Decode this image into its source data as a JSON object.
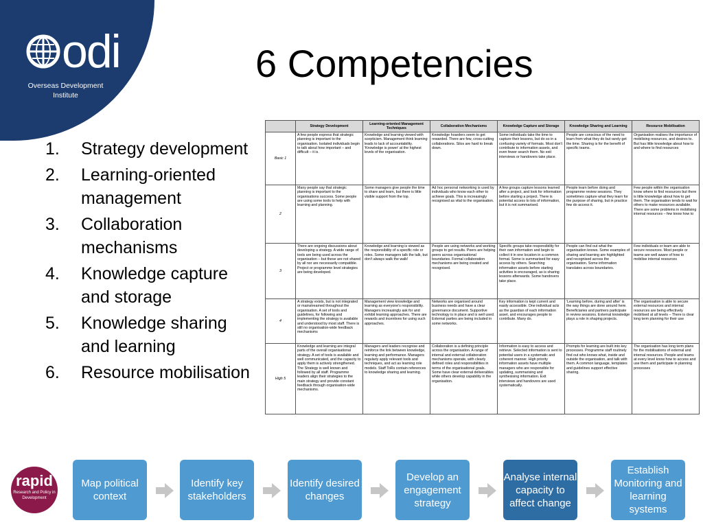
{
  "logo": {
    "name": "odi",
    "subtitle": "Overseas Development Institute"
  },
  "title": "6 Competencies",
  "competencies": [
    {
      "num": "1.",
      "label": "Strategy development"
    },
    {
      "num": "2.",
      "label": "Learning-oriented management"
    },
    {
      "num": "3.",
      "label": "Collaboration mechanisms"
    },
    {
      "num": "4.",
      "label": "Knowledge capture and storage"
    },
    {
      "num": "5.",
      "label": "Knowledge sharing and learning"
    },
    {
      "num": "6.",
      "label": "Resource mobilisation"
    }
  ],
  "matrix": {
    "headers": [
      "",
      "Strategy Development",
      "Learning-oriented Management Techniques",
      "Collaboration Mechanisms",
      "Knowledge Capture and Storage",
      "Knowledge Sharing and Learning",
      "Resource Mobilisation"
    ],
    "rows": [
      {
        "level": "Basic 1",
        "cells": [
          "A few people express that strategic planning is important to the organisation. Isolated individuals begin to talk about how important – and difficult – it is.",
          "Knowledge and learning viewed with scepticism. Management think learning leads to lack of accountability. 'Knowledge is power' at the highest levels of the organisation.",
          "Knowledge hoarders seem to get rewarded. There are few, cross-cutting collaborations. Silos are hard to break down.",
          "Some individuals take the time to capture their lessons, but do so in a confusing variety of formats. Most don't contribute to information assets, and even fewer search them. No exit interviews or handovers take place.",
          "People are conscious of the need to learn from what they do but rarely get the time. Sharing is for the benefit of specific teams.",
          "Organisation realises the importance of mobilising resources, and desires to. But has little knowledge about how to and where to find resources"
        ]
      },
      {
        "level": "2",
        "cells": [
          "Many people say that strategic planning is important to the organisations success. Some people are using some tools to help with learning and planning.",
          "Some managers give people the time to share and learn, but there is little visible support from the top.",
          "Ad hoc personal networking is used by individuals who know each other to achieve goals. This is increasingly recognised as vital to the organisation.",
          "A few groups capture lessons learned after a project, and look for information before starting a project. There is potential access to lots of information, but it is not summarised.",
          "People learn before doing and programme review sessions. They sometimes capture what they learn for the purpose of sharing, but in practice few do access it.",
          "Few people within the organisation know where to find resources but there is little knowledge about how to get them. The organisation tends to wait for others to make resources available. There are some problems in mobilising internal resources – few know how to"
        ]
      },
      {
        "level": "3",
        "cells": [
          "There are ongoing discussions about developing a strategy. A wide range of tools are being used across the organisation – but these are not shared by all nor are necessarily compatible. Project or programme level strategies are being developed.",
          "Knowledge and learning is viewed as the responsibility of a specific role or roles. Some managers talk the talk, but don't always walk the walk!",
          "People are using networks and working groups to get results. Peers are helping peers across organisational boundaries. Formal collaboration mechanisms are being created and recognised.",
          "Specific groups take responsibility for their own information and begin to collect it in one location in a common format. Some is summarised for easy access by others. Searching information assets before starting activities is encouraged, as is sharing lessons afterwards. Some handovers take place.",
          "People can find out what the organisation knows. Some examples of sharing and learning are highlighted and recognised across the organisation. Some information translates across boundaries.",
          "Few individuals or team are able to secure resources. Most people or teams are well aware of how to mobilise internal resources"
        ]
      },
      {
        "level": "4",
        "cells": [
          "A strategy exists, but is not integrated or mainstreamed throughout the organisation. A set of tools and guidelines, for following and implementing the strategy is available and understood by most staff. There is still no organisation-wide feedback mechanisms",
          "Management view knowledge and learning as everyone's responsibility. Managers increasingly ask for and exhibit learning approaches. There are rewards and incentives for using such approaches.",
          "Networks are organised around business needs and have a clear governance document. Supportive technology is in place and is well used. External parties are being included in some networks.",
          "Key information is kept current and easily accessible. One individual acts as the guardian of each information asset, and encourages people to contribute. Many do.",
          "'Learning before, during and after' is the way things are done around here. Beneficiaries and partners participate in review sessions. External knowledge plays a role in shaping projects.",
          "The organisation is able to secure external resources and internal resources are being effectively mobilised at all levels – There is clear long term planning for their use"
        ]
      },
      {
        "level": "High 5",
        "cells": [
          "Knowledge and learning are integral parts of the overall organisational strategy. A set of tools is available and well communicated, and the capacity to apply them is actively strengthened. The Strategy is well known and followed by all staff. Programme leaders align their strategies to the main strategy and provide constant feedback through organisation-wide mechanisms.",
          "Managers and leaders recognise and reinforce the link between knowledge, learning and performance. Managers regularly apply relevant tools and techniques, and act as learning role models. Staff ToRs contain references to knowledge sharing and learning.",
          "Collaboration is a defining principle across the organisation. A range of internal and external collaboration mechanisms operate, with clearly defined roles and responsibilities in terms of the organisational goals. Some have clear external deliverables while others develop capability in the organisation.",
          "Information is easy to access and retrieve. Selected information is sent to potential users in a systematic and coherent manner. High priority information assets have multiple managers who are responsible for updating, summarising and synthesising information. Exit interviews and handovers are used systematically.",
          "Prompts for learning are built into key processes. Programme staff routinely find out who knows what, inside and outside the organisation, and talk with them. A common language, templates and guidelines support effective sharing.",
          "The organisation has long term plans for the mobilisations of external and internal resources. People and teams at every level know how to access and use them and participate in planning processes"
        ]
      }
    ]
  },
  "rapid": {
    "name": "rapid",
    "subtitle": "Research and Policy in Development",
    "color": "#8b1a4a"
  },
  "steps": [
    {
      "label": "Map political context"
    },
    {
      "label": "Identify key stakeholders"
    },
    {
      "label": "Identify desired changes"
    },
    {
      "label": "Develop an engagement strategy"
    },
    {
      "label": "Analyse internal capacity to affect change"
    },
    {
      "label": "Establish Monitoring and learning systems"
    }
  ],
  "colors": {
    "odi_blue": "#1c3b6e",
    "step_light": "#4f9ad1",
    "step_highlight": "#2e6ca4",
    "arrow": "#c6c6c6"
  }
}
